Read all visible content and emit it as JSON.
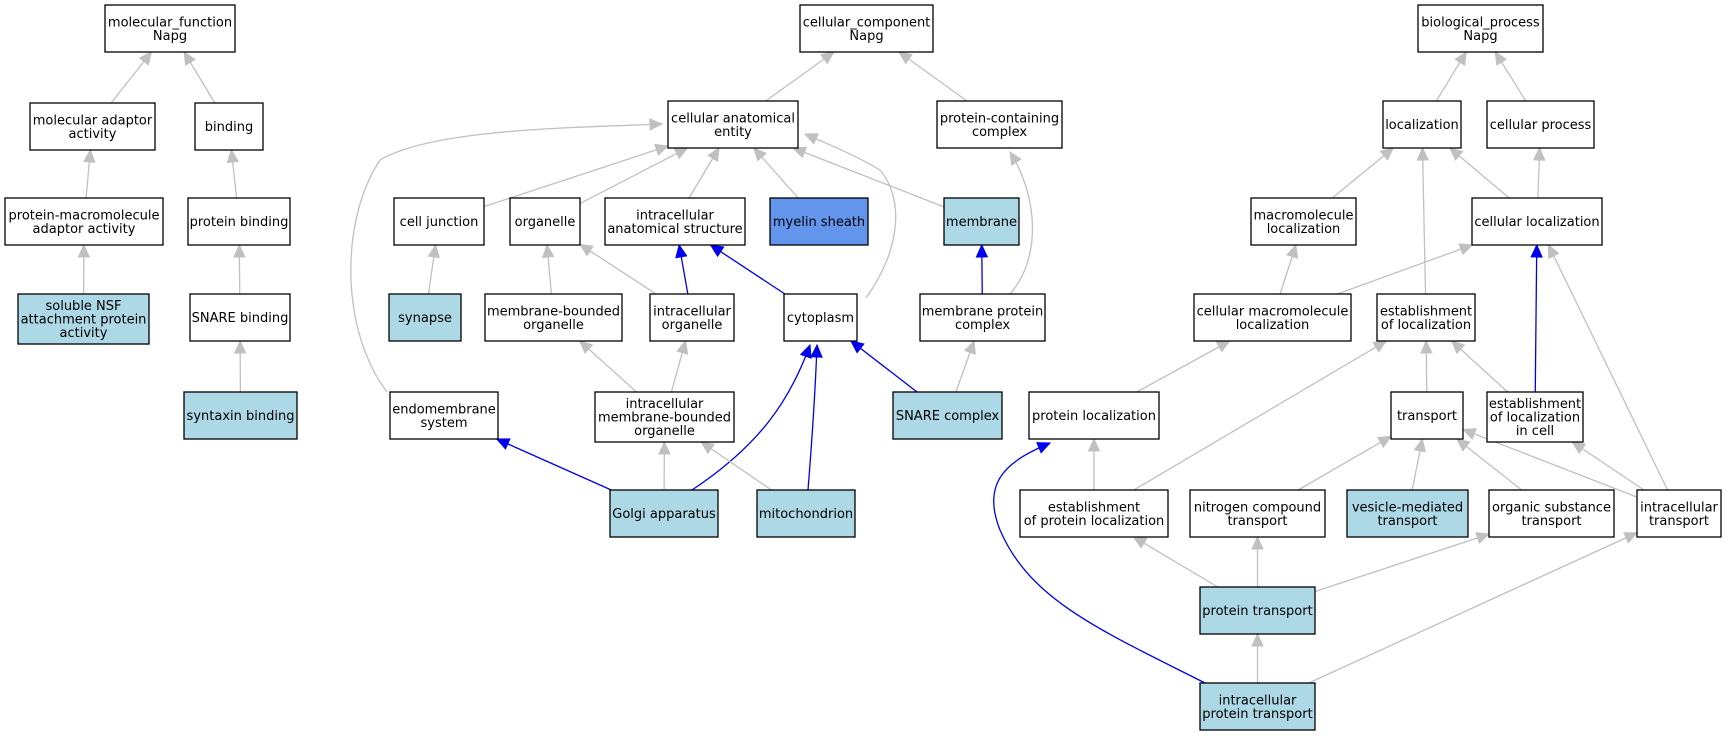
{
  "colors": {
    "plain": "#ffffff",
    "annotated": "#add8e6",
    "highlight": "#6495ed",
    "edge_gray": "#c0c0c0",
    "edge_blue": "#0000ee"
  },
  "nodes": [
    {
      "id": "mf",
      "lines": [
        "molecular_function",
        "Napg"
      ],
      "fill": "plain"
    },
    {
      "id": "mol_adaptor",
      "lines": [
        "molecular adaptor",
        "activity"
      ],
      "fill": "plain"
    },
    {
      "id": "binding",
      "lines": [
        "binding"
      ],
      "fill": "plain"
    },
    {
      "id": "prot_macro",
      "lines": [
        "protein-macromolecule",
        "adaptor activity"
      ],
      "fill": "plain"
    },
    {
      "id": "prot_binding",
      "lines": [
        "protein binding"
      ],
      "fill": "plain"
    },
    {
      "id": "snap",
      "lines": [
        "soluble NSF",
        "attachment protein",
        "activity"
      ],
      "fill": "annotated"
    },
    {
      "id": "snare_binding",
      "lines": [
        "SNARE binding"
      ],
      "fill": "plain"
    },
    {
      "id": "syntaxin",
      "lines": [
        "syntaxin binding"
      ],
      "fill": "annotated"
    },
    {
      "id": "cc",
      "lines": [
        "cellular_component",
        "Napg"
      ],
      "fill": "plain"
    },
    {
      "id": "cae",
      "lines": [
        "cellular anatomical",
        "entity"
      ],
      "fill": "plain"
    },
    {
      "id": "pcc",
      "lines": [
        "protein-containing",
        "complex"
      ],
      "fill": "plain"
    },
    {
      "id": "cell_junction",
      "lines": [
        "cell junction"
      ],
      "fill": "plain"
    },
    {
      "id": "organelle",
      "lines": [
        "organelle"
      ],
      "fill": "plain"
    },
    {
      "id": "ias",
      "lines": [
        "intracellular",
        "anatomical structure"
      ],
      "fill": "plain"
    },
    {
      "id": "myelin",
      "lines": [
        "myelin sheath"
      ],
      "fill": "highlight"
    },
    {
      "id": "membrane",
      "lines": [
        "membrane"
      ],
      "fill": "annotated"
    },
    {
      "id": "synapse",
      "lines": [
        "synapse"
      ],
      "fill": "annotated"
    },
    {
      "id": "mbo",
      "lines": [
        "membrane-bounded",
        "organelle"
      ],
      "fill": "plain"
    },
    {
      "id": "io",
      "lines": [
        "intracellular",
        "organelle"
      ],
      "fill": "plain"
    },
    {
      "id": "cytoplasm",
      "lines": [
        "cytoplasm"
      ],
      "fill": "plain"
    },
    {
      "id": "mpc",
      "lines": [
        "membrane protein",
        "complex"
      ],
      "fill": "plain"
    },
    {
      "id": "endomembrane",
      "lines": [
        "endomembrane",
        "system"
      ],
      "fill": "plain"
    },
    {
      "id": "imbo",
      "lines": [
        "intracellular",
        "membrane-bounded",
        "organelle"
      ],
      "fill": "plain"
    },
    {
      "id": "snare_complex",
      "lines": [
        "SNARE complex"
      ],
      "fill": "annotated"
    },
    {
      "id": "golgi",
      "lines": [
        "Golgi apparatus"
      ],
      "fill": "annotated"
    },
    {
      "id": "mito",
      "lines": [
        "mitochondrion"
      ],
      "fill": "annotated"
    },
    {
      "id": "bp",
      "lines": [
        "biological_process",
        "Napg"
      ],
      "fill": "plain"
    },
    {
      "id": "localization",
      "lines": [
        "localization"
      ],
      "fill": "plain"
    },
    {
      "id": "cell_process",
      "lines": [
        "cellular process"
      ],
      "fill": "plain"
    },
    {
      "id": "macro_loc",
      "lines": [
        "macromolecule",
        "localization"
      ],
      "fill": "plain"
    },
    {
      "id": "cell_loc",
      "lines": [
        "cellular localization"
      ],
      "fill": "plain"
    },
    {
      "id": "cell_macro_loc",
      "lines": [
        "cellular macromolecule",
        "localization"
      ],
      "fill": "plain"
    },
    {
      "id": "est_loc",
      "lines": [
        "establishment",
        "of localization"
      ],
      "fill": "plain"
    },
    {
      "id": "prot_loc",
      "lines": [
        "protein localization"
      ],
      "fill": "plain"
    },
    {
      "id": "transport",
      "lines": [
        "transport"
      ],
      "fill": "plain"
    },
    {
      "id": "est_loc_cell",
      "lines": [
        "establishment",
        "of localization",
        "in cell"
      ],
      "fill": "plain"
    },
    {
      "id": "est_prot_loc",
      "lines": [
        "establishment",
        "of protein localization"
      ],
      "fill": "plain"
    },
    {
      "id": "nitrogen",
      "lines": [
        "nitrogen compound",
        "transport"
      ],
      "fill": "plain"
    },
    {
      "id": "vesicle",
      "lines": [
        "vesicle-mediated",
        "transport"
      ],
      "fill": "annotated"
    },
    {
      "id": "organic",
      "lines": [
        "organic substance",
        "transport"
      ],
      "fill": "plain"
    },
    {
      "id": "ic_transport",
      "lines": [
        "intracellular",
        "transport"
      ],
      "fill": "plain"
    },
    {
      "id": "prot_transport",
      "lines": [
        "protein transport"
      ],
      "fill": "annotated"
    },
    {
      "id": "ic_prot_transport",
      "lines": [
        "intracellular",
        "protein transport"
      ],
      "fill": "annotated"
    }
  ],
  "edges": [
    {
      "from": "mol_adaptor",
      "to": "mf",
      "color": "gray"
    },
    {
      "from": "binding",
      "to": "mf",
      "color": "gray"
    },
    {
      "from": "prot_macro",
      "to": "mol_adaptor",
      "color": "gray"
    },
    {
      "from": "prot_binding",
      "to": "binding",
      "color": "gray"
    },
    {
      "from": "snap",
      "to": "prot_macro",
      "color": "gray"
    },
    {
      "from": "snare_binding",
      "to": "prot_binding",
      "color": "gray"
    },
    {
      "from": "syntaxin",
      "to": "snare_binding",
      "color": "gray"
    },
    {
      "from": "cae",
      "to": "cc",
      "color": "gray"
    },
    {
      "from": "pcc",
      "to": "cc",
      "color": "gray"
    },
    {
      "from": "cell_junction",
      "to": "cae",
      "color": "gray"
    },
    {
      "from": "organelle",
      "to": "cae",
      "color": "gray"
    },
    {
      "from": "ias",
      "to": "cae",
      "color": "gray"
    },
    {
      "from": "myelin",
      "to": "cae",
      "color": "gray"
    },
    {
      "from": "membrane",
      "to": "cae",
      "color": "gray"
    },
    {
      "from": "cytoplasm",
      "to": "cae",
      "color": "gray"
    },
    {
      "from": "endomembrane",
      "to": "cae",
      "color": "gray"
    },
    {
      "from": "synapse",
      "to": "cell_junction",
      "color": "gray"
    },
    {
      "from": "mbo",
      "to": "organelle",
      "color": "gray"
    },
    {
      "from": "io",
      "to": "organelle",
      "color": "gray"
    },
    {
      "from": "io",
      "to": "ias",
      "color": "blue"
    },
    {
      "from": "cytoplasm",
      "to": "ias",
      "color": "blue"
    },
    {
      "from": "mpc",
      "to": "membrane",
      "color": "blue"
    },
    {
      "from": "mpc",
      "to": "pcc",
      "color": "gray"
    },
    {
      "from": "imbo",
      "to": "mbo",
      "color": "gray"
    },
    {
      "from": "imbo",
      "to": "io",
      "color": "gray"
    },
    {
      "from": "snare_complex",
      "to": "mpc",
      "color": "gray"
    },
    {
      "from": "snare_complex",
      "to": "cytoplasm",
      "color": "blue"
    },
    {
      "from": "golgi",
      "to": "endomembrane",
      "color": "blue"
    },
    {
      "from": "golgi",
      "to": "imbo",
      "color": "gray"
    },
    {
      "from": "golgi",
      "to": "cytoplasm",
      "color": "blue"
    },
    {
      "from": "mito",
      "to": "imbo",
      "color": "gray"
    },
    {
      "from": "mito",
      "to": "cytoplasm",
      "color": "blue"
    },
    {
      "from": "localization",
      "to": "bp",
      "color": "gray"
    },
    {
      "from": "cell_process",
      "to": "bp",
      "color": "gray"
    },
    {
      "from": "macro_loc",
      "to": "localization",
      "color": "gray"
    },
    {
      "from": "cell_loc",
      "to": "localization",
      "color": "gray"
    },
    {
      "from": "cell_loc",
      "to": "cell_process",
      "color": "gray"
    },
    {
      "from": "cell_macro_loc",
      "to": "macro_loc",
      "color": "gray"
    },
    {
      "from": "cell_macro_loc",
      "to": "cell_loc",
      "color": "gray"
    },
    {
      "from": "est_loc",
      "to": "localization",
      "color": "gray"
    },
    {
      "from": "prot_loc",
      "to": "cell_macro_loc",
      "color": "gray"
    },
    {
      "from": "transport",
      "to": "est_loc",
      "color": "gray"
    },
    {
      "from": "est_loc_cell",
      "to": "est_loc",
      "color": "gray"
    },
    {
      "from": "est_loc_cell",
      "to": "cell_loc",
      "color": "blue"
    },
    {
      "from": "est_prot_loc",
      "to": "prot_loc",
      "color": "gray"
    },
    {
      "from": "est_prot_loc",
      "to": "est_loc",
      "color": "gray"
    },
    {
      "from": "nitrogen",
      "to": "transport",
      "color": "gray"
    },
    {
      "from": "vesicle",
      "to": "transport",
      "color": "gray"
    },
    {
      "from": "organic",
      "to": "transport",
      "color": "gray"
    },
    {
      "from": "ic_transport",
      "to": "transport",
      "color": "gray"
    },
    {
      "from": "ic_transport",
      "to": "est_loc_cell",
      "color": "gray"
    },
    {
      "from": "ic_transport",
      "to": "cell_loc",
      "color": "gray"
    },
    {
      "from": "prot_transport",
      "to": "est_prot_loc",
      "color": "gray"
    },
    {
      "from": "prot_transport",
      "to": "nitrogen",
      "color": "gray"
    },
    {
      "from": "prot_transport",
      "to": "organic",
      "color": "gray"
    },
    {
      "from": "ic_prot_transport",
      "to": "prot_transport",
      "color": "gray"
    },
    {
      "from": "ic_prot_transport",
      "to": "ic_transport",
      "color": "gray"
    },
    {
      "from": "ic_prot_transport",
      "to": "prot_loc",
      "color": "blue"
    }
  ]
}
